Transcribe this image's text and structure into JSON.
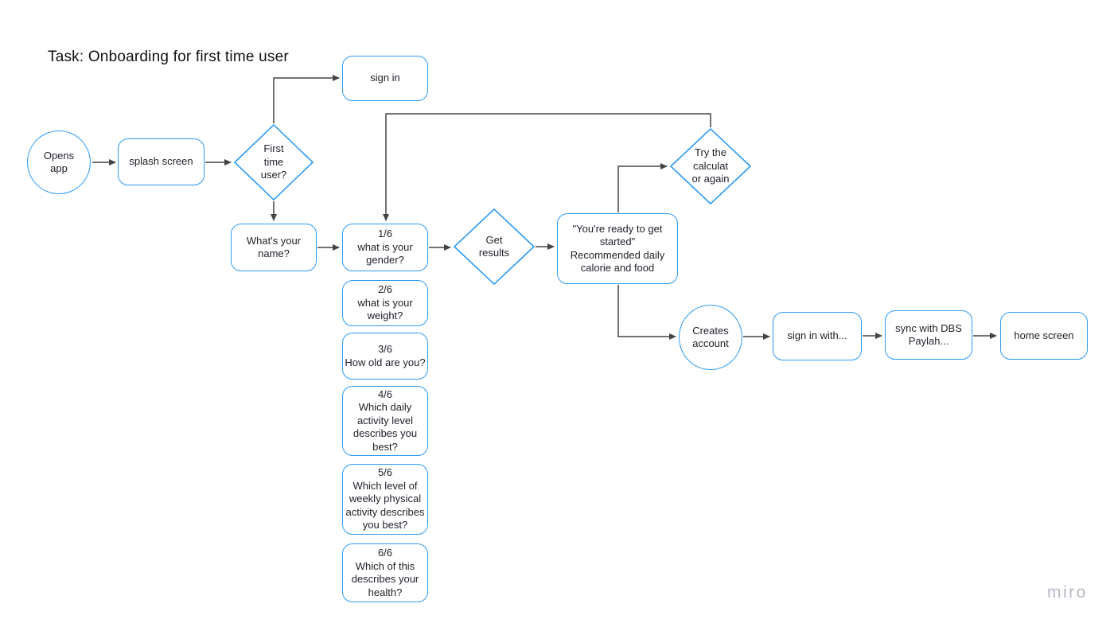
{
  "page": {
    "title": "Task: Onboarding for first time user",
    "watermark": "miro"
  },
  "colors": {
    "shape_border": "#2d9bf0",
    "connector": "#444444",
    "node_text": "#1c2028",
    "title_text": "#111111",
    "watermark_text": "#b6bac7",
    "background": "#ffffff"
  },
  "nodes": {
    "opens_app": {
      "shape": "circle",
      "label": "Opens\napp"
    },
    "splash_screen": {
      "shape": "rect",
      "label": "splash screen"
    },
    "first_time_user": {
      "shape": "diamond",
      "label": "First\ntime\nuser?"
    },
    "sign_in": {
      "shape": "rect",
      "label": "sign in"
    },
    "whats_your_name": {
      "shape": "rect",
      "label": "What's your\nname?"
    },
    "q1_gender": {
      "shape": "rect",
      "label": "1/6\nwhat is your\ngender?"
    },
    "q2_weight": {
      "shape": "rect",
      "label": "2/6\nwhat is your\nweight?"
    },
    "q3_age": {
      "shape": "rect",
      "label": "3/6\nHow old are you?"
    },
    "q4_daily_activity": {
      "shape": "rect",
      "label": "4/6\nWhich daily\nactivity level\ndescribes you\nbest?"
    },
    "q5_weekly_activity": {
      "shape": "rect",
      "label": "5/6\nWhich level of\nweekly physical\nactivity describes\nyou best?"
    },
    "q6_health": {
      "shape": "rect",
      "label": "6/6\nWhich of this\ndescribes your\nhealth?"
    },
    "get_results": {
      "shape": "diamond",
      "label": "Get\nresults"
    },
    "ready_results": {
      "shape": "rect",
      "label": "\"You're ready to get\nstarted\"\nRecommended daily\ncalorie and food"
    },
    "try_calculator_again": {
      "shape": "diamond",
      "label": "Try the\ncalculat\nor again"
    },
    "creates_account": {
      "shape": "circle",
      "label": "Creates\naccount"
    },
    "sign_in_with": {
      "shape": "rect",
      "label": "sign in with..."
    },
    "sync_dbs_paylah": {
      "shape": "rect",
      "label": "sync with DBS\nPaylah..."
    },
    "home_screen": {
      "shape": "rect",
      "label": "home screen"
    }
  }
}
